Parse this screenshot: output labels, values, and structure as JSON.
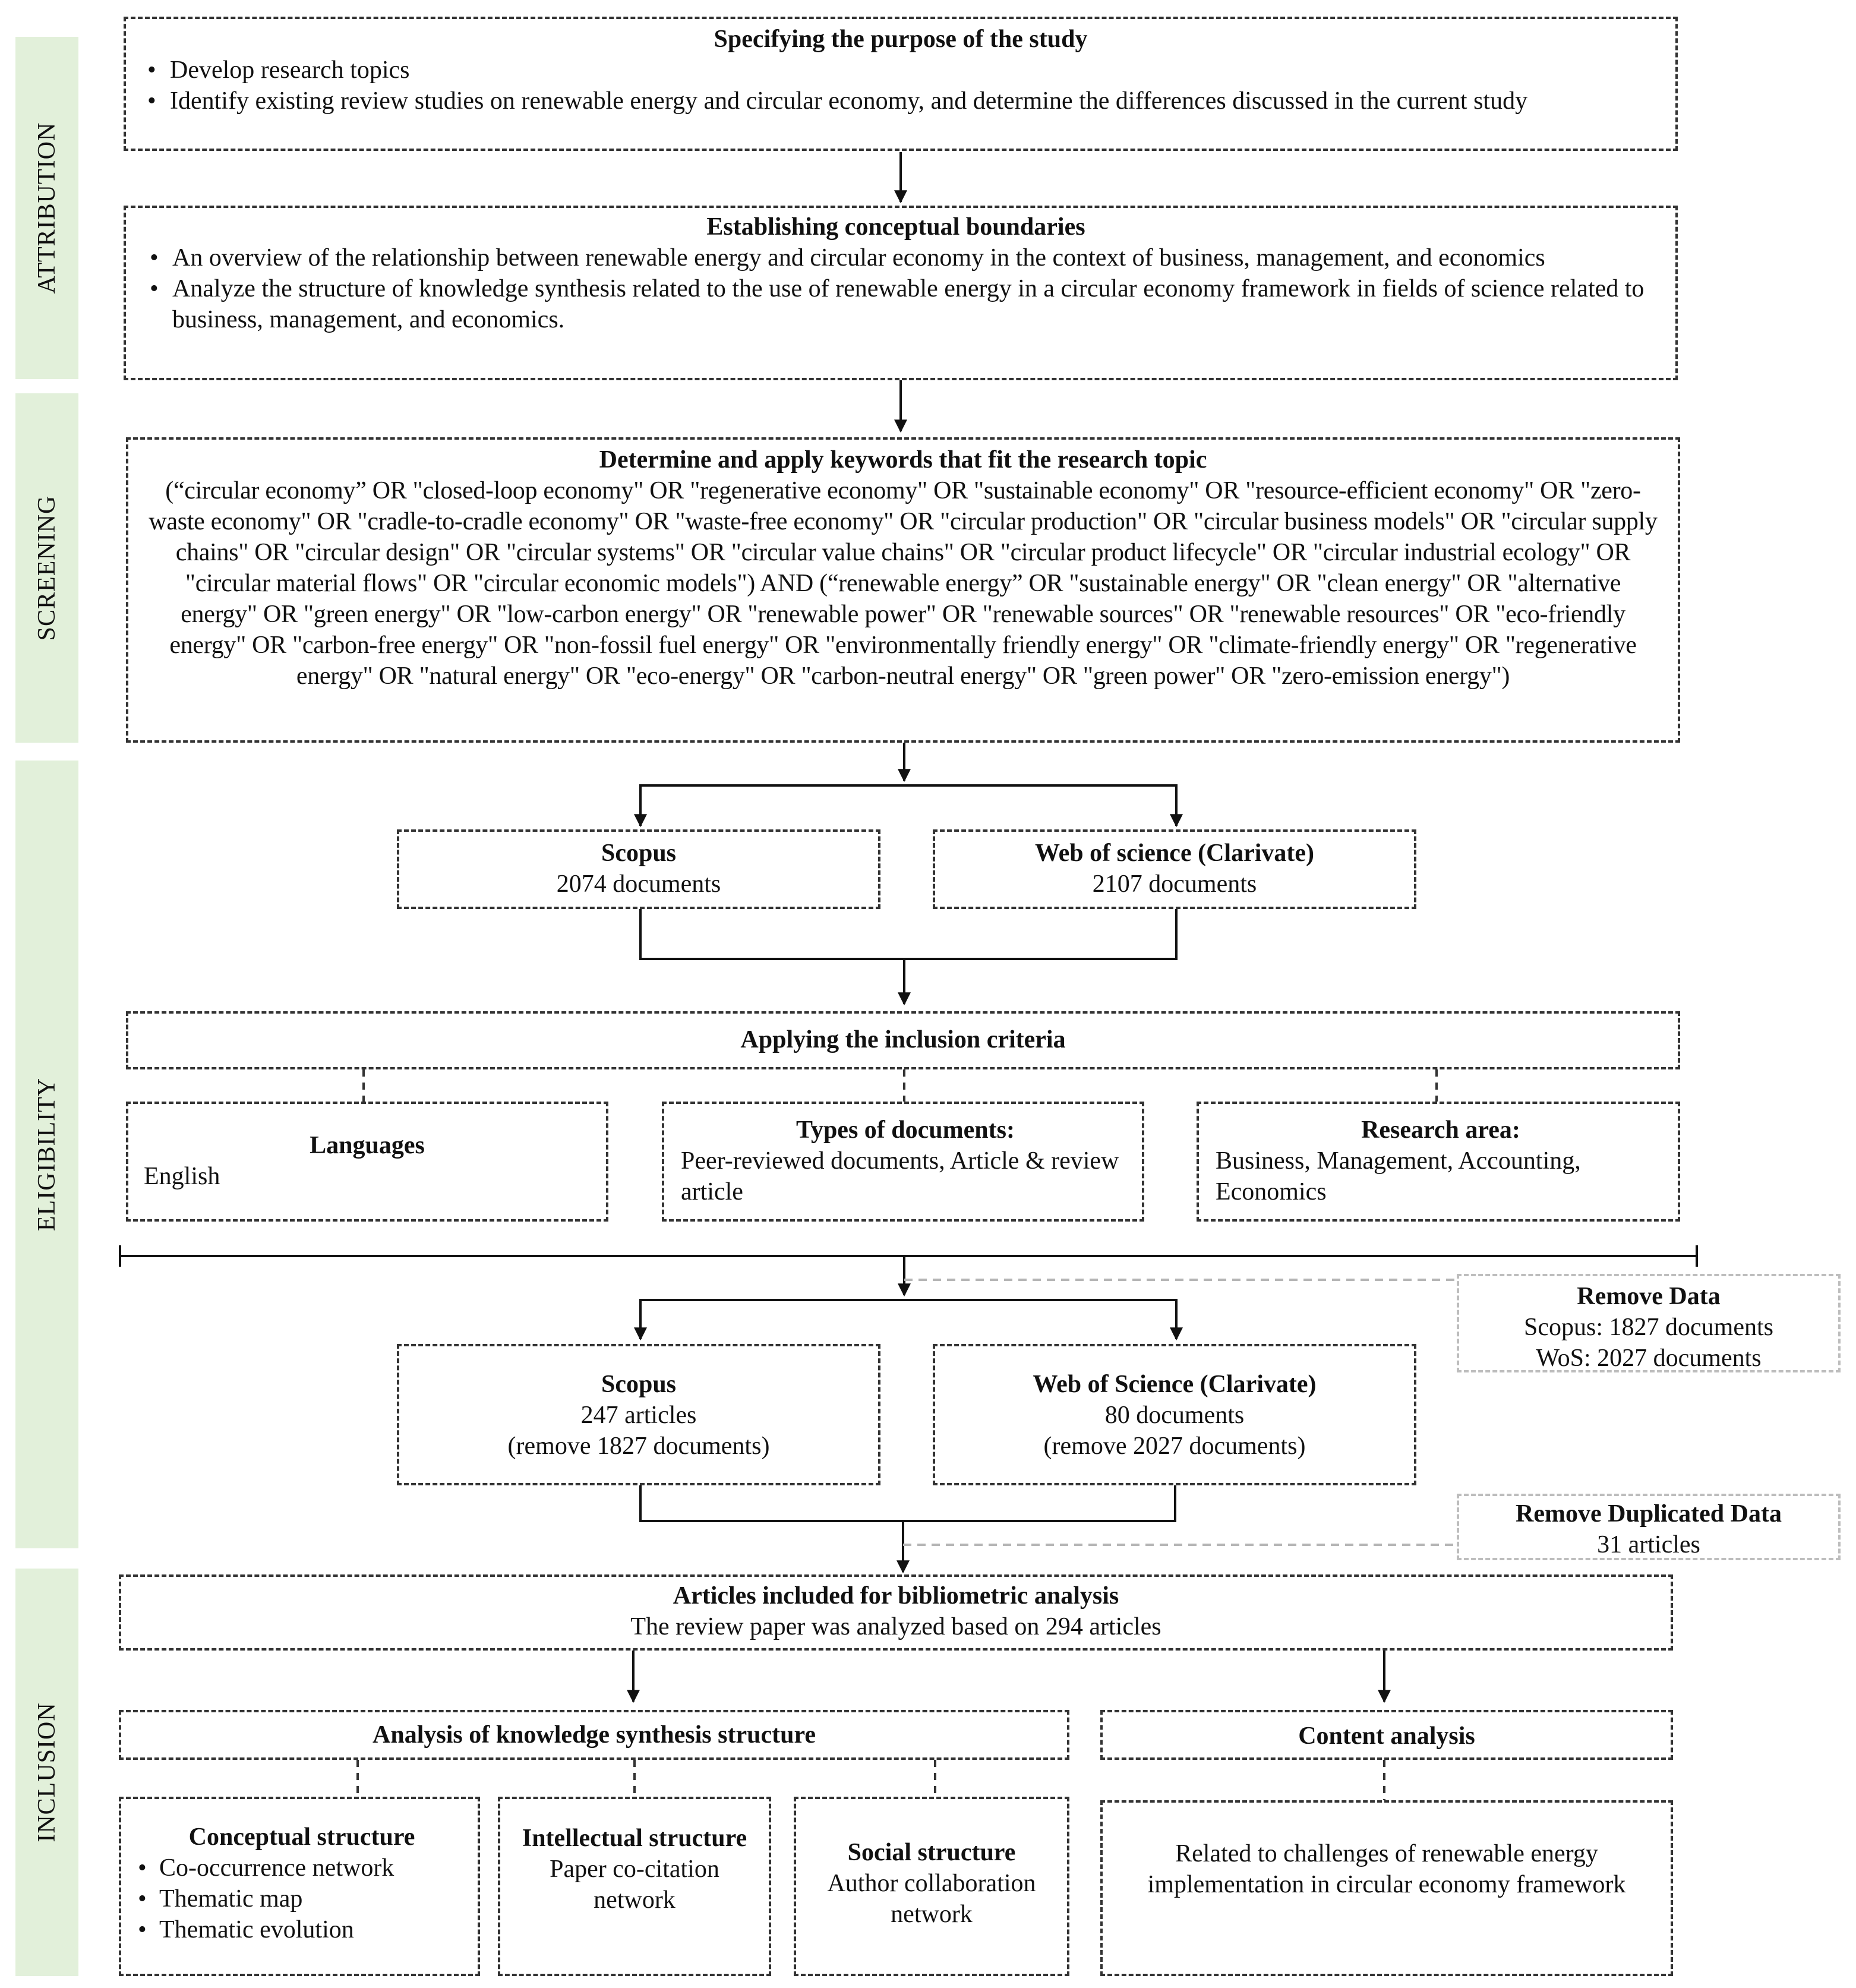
{
  "phases": [
    "ATTRIBUTION",
    "SCREENING",
    "ELIGIBILITY",
    "INCLUSION"
  ],
  "purpose": {
    "title": "Specifying the purpose of the study",
    "bullets": [
      "Develop research topics",
      "Identify existing review studies on renewable energy and circular economy, and determine the differences discussed in the current study"
    ]
  },
  "boundaries": {
    "title": "Establishing conceptual boundaries",
    "bullets": [
      "An overview of the relationship between renewable energy and circular economy in the context of business, management, and economics",
      "Analyze the structure of knowledge synthesis related to the use of renewable energy in a circular economy framework in fields of science related to business, management, and economics."
    ]
  },
  "keywords": {
    "title": "Determine and apply keywords that fit the research topic",
    "text": "(“circular economy” OR \"closed-loop economy\" OR \"regenerative economy\" OR \"sustainable economy\" OR \"resource-efficient economy\" OR \"zero-waste economy\" OR \"cradle-to-cradle economy\" OR \"waste-free economy\" OR \"circular production\" OR \"circular business models\" OR \"circular supply chains\" OR \"circular design\" OR \"circular systems\" OR \"circular value chains\" OR \"circular product lifecycle\" OR \"circular industrial ecology\" OR \"circular material flows\" OR \"circular economic models\") AND (“renewable energy” OR \"sustainable energy\" OR \"clean energy\" OR \"alternative energy\" OR \"green energy\" OR \"low-carbon energy\" OR \"renewable power\" OR \"renewable sources\" OR \"renewable resources\" OR \"eco-friendly energy\" OR \"carbon-free energy\" OR \"non-fossil fuel energy\" OR \"environmentally friendly energy\" OR \"climate-friendly energy\" OR \"regenerative energy\" OR \"natural energy\" OR \"eco-energy\" OR \"carbon-neutral energy\" OR \"green power\" OR \"zero-emission energy\")"
  },
  "sources": {
    "scopus": {
      "title": "Scopus",
      "count": "2074 documents"
    },
    "wos": {
      "title": "Web of science (Clarivate)",
      "count": "2107 documents"
    }
  },
  "inclusion_criteria": {
    "title": "Applying the inclusion criteria",
    "languages": {
      "title": "Languages",
      "value": "English"
    },
    "doc_types": {
      "title": "Types of documents:",
      "value": "Peer-reviewed documents, Article & review article"
    },
    "research_area": {
      "title": "Research area:",
      "value": "Business, Management, Accounting, Economics"
    }
  },
  "remove_data": {
    "title": "Remove Data",
    "scopus": "Scopus: 1827 documents",
    "wos": "WoS: 2027 documents"
  },
  "filtered": {
    "scopus": {
      "title": "Scopus",
      "count": "247 articles",
      "removed": "(remove 1827 documents)"
    },
    "wos": {
      "title": "Web of Science (Clarivate)",
      "count": "80 documents",
      "removed": "(remove 2027 documents)"
    }
  },
  "remove_duplicates": {
    "title": "Remove Duplicated Data",
    "count": "31 articles"
  },
  "included": {
    "title": "Articles included for bibliometric analysis",
    "text": "The review paper was analyzed based on 294 articles"
  },
  "knowledge_structure": {
    "title": "Analysis of knowledge synthesis structure",
    "conceptual": {
      "title": "Conceptual structure",
      "items": [
        "Co-occurrence network",
        "Thematic map",
        "Thematic evolution"
      ]
    },
    "intellectual": {
      "title": "Intellectual structure",
      "text": "Paper co-citation network"
    },
    "social": {
      "title": "Social structure",
      "text": "Author collaboration network"
    }
  },
  "content_analysis": {
    "title": "Content analysis",
    "text": "Related to challenges of renewable energy implementation in circular economy framework"
  }
}
